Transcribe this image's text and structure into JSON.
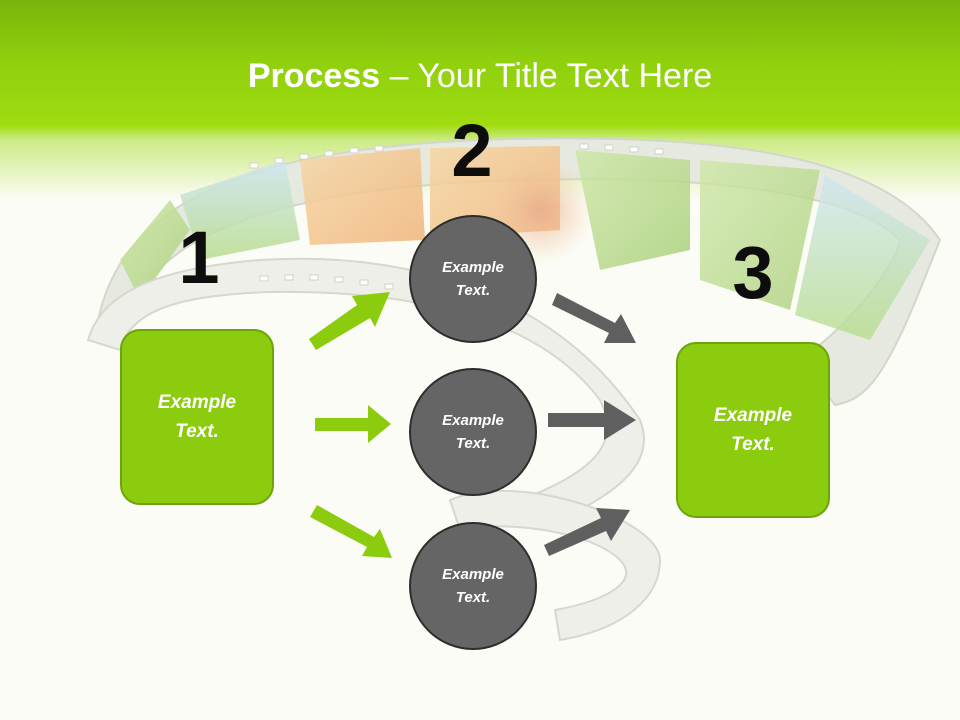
{
  "title": {
    "bold": "Process",
    "rest": " – Your Title Text Here"
  },
  "steps": [
    {
      "number": "1"
    },
    {
      "number": "2"
    },
    {
      "number": "3"
    }
  ],
  "boxes": [
    {
      "label": "Example\nText."
    },
    {
      "label": "Example\nText."
    }
  ],
  "circles": [
    {
      "label": "Example\nText."
    },
    {
      "label": "Example\nText."
    },
    {
      "label": "Example\nText."
    }
  ],
  "colors": {
    "accent_green": "#8ccc0e",
    "circle_gray": "#656565",
    "arrow_gray": "#5f5f5f"
  },
  "background": {
    "image": "film-strip-photo-collage"
  }
}
